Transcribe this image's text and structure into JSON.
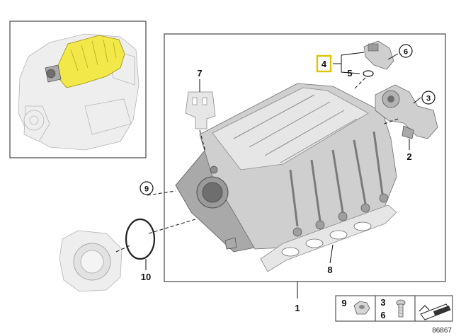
{
  "diagram": {
    "callouts": {
      "c1": "1",
      "c2": "2",
      "c3": "3",
      "c4": "4",
      "c5": "5",
      "c6": "6",
      "c7": "7",
      "c8": "8",
      "c9": "9",
      "c10": "10"
    },
    "legend": {
      "item_nut": "9",
      "item_screw_top": "3",
      "item_screw_bottom": "6"
    },
    "reference_number": "86867",
    "colors": {
      "highlight_fill": "#f2e84a",
      "callout_box": "#e0c400",
      "part_grey": "#cfcfcf",
      "line": "#111111"
    }
  }
}
